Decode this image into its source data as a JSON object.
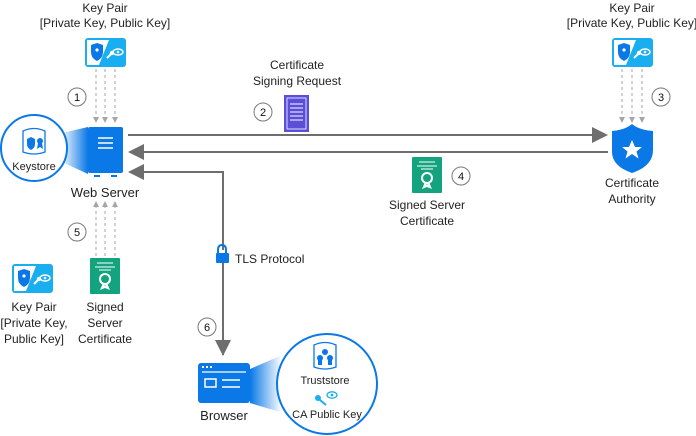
{
  "colors": {
    "primary": "#0a78e6",
    "light": "#19aef0",
    "cert": "#14a37f",
    "doc": "#5b4ed8",
    "line": "#6e6e6e",
    "dash": "#a6a6a6"
  },
  "keypair_left_top": {
    "title": "Key Pair",
    "subtitle": "[Private Key, Public Key]",
    "icon": "key-pair-icon"
  },
  "keypair_right_top": {
    "title": "Key Pair",
    "subtitle": "[Private Key, Public Key]",
    "icon": "key-pair-icon"
  },
  "csr": {
    "line1": "Certificate",
    "line2": "Signing Request",
    "icon": "document-icon"
  },
  "keystore": {
    "label": "Keystore",
    "icon": "database-icon"
  },
  "web_server": {
    "label": "Web Server",
    "icon": "server-icon"
  },
  "ca": {
    "line1": "Certificate",
    "line2": "Authority",
    "icon": "shield-star-icon"
  },
  "signed_cert_right": {
    "line1": "Signed Server",
    "line2": "Certificate",
    "icon": "certificate-icon"
  },
  "signed_cert_left": {
    "line1": "Signed",
    "line2": "Server",
    "line3": "Certificate",
    "icon": "certificate-icon"
  },
  "keypair_bottom": {
    "line1": "Key Pair",
    "line2": "[Private Key,",
    "line3": "Public Key]",
    "icon": "key-pair-icon"
  },
  "tls": {
    "label": "TLS Protocol",
    "icon": "lock-icon"
  },
  "browser": {
    "label": "Browser",
    "icon": "browser-icon"
  },
  "truststore": {
    "label": "Truststore",
    "key_label": "CA Public Key"
  },
  "steps": [
    "1",
    "2",
    "3",
    "4",
    "5",
    "6"
  ]
}
